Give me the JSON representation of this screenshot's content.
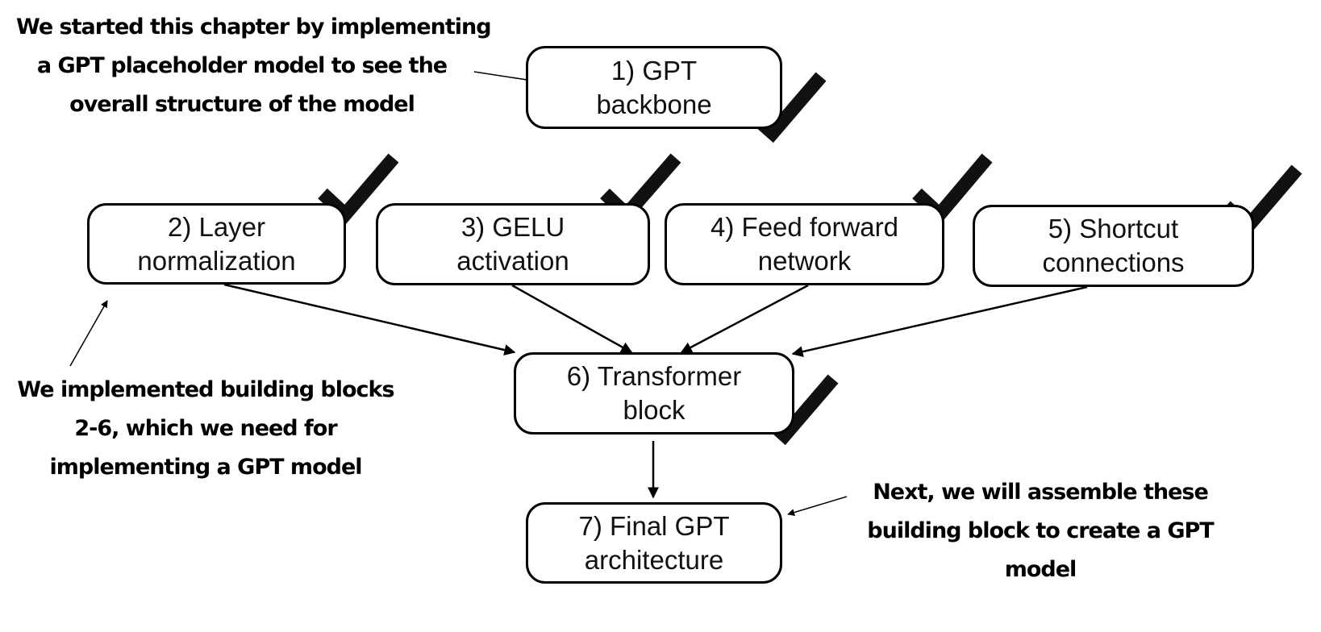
{
  "nodes": {
    "gpt_backbone": {
      "line1": "1) GPT",
      "line2": "backbone"
    },
    "layer_norm": {
      "line1": "2) Layer",
      "line2": "normalization"
    },
    "gelu": {
      "line1": "3) GELU",
      "line2": "activation"
    },
    "feed_forward": {
      "line1": "4) Feed forward",
      "line2": "network"
    },
    "shortcut": {
      "line1": "5) Shortcut",
      "line2": "connections"
    },
    "transformer": {
      "line1": "6) Transformer",
      "line2": "block"
    },
    "final_gpt": {
      "line1": "7) Final GPT",
      "line2": "architecture"
    }
  },
  "annotations": {
    "top_left": {
      "line1": "We started this chapter by implementing",
      "line2": "a GPT placeholder model to see the",
      "line3": "overall structure of the model"
    },
    "middle_left": {
      "line1": "We implemented building blocks",
      "line2": "2-6, which we need for",
      "line3": "implementing a GPT model"
    },
    "bottom_right": {
      "line1": "Next, we will assemble these",
      "line2": "building block to create a GPT",
      "line3": "model"
    }
  },
  "colors": {
    "stroke": "#000000",
    "background": "#ffffff"
  },
  "icons": [
    "checkmark-icon"
  ]
}
